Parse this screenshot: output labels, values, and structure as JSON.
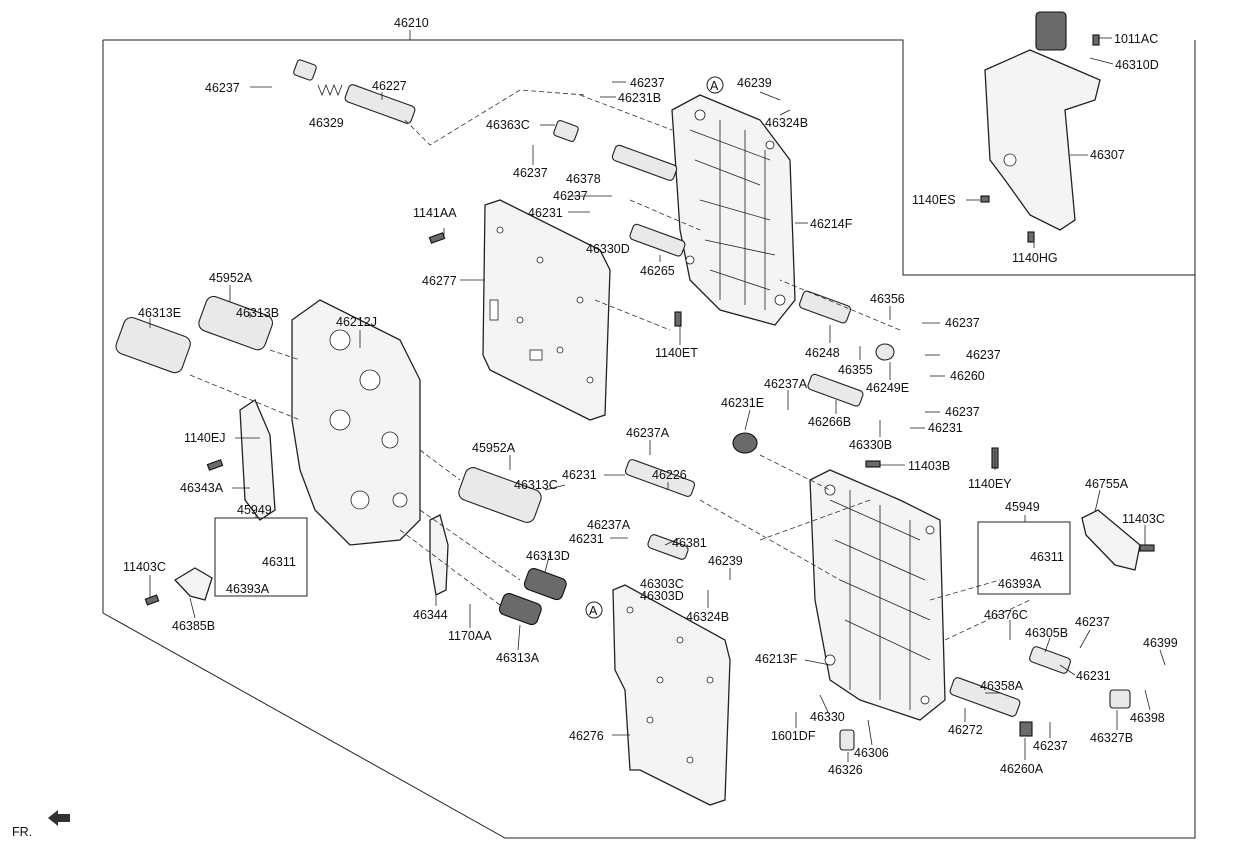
{
  "diagram": {
    "assembly_label": "46210",
    "front_indicator": "FR.",
    "ref_marks": [
      "A",
      "A"
    ],
    "labels": {
      "l46210": "46210",
      "l46237_a": "46237",
      "l46227": "46227",
      "l46329": "46329",
      "l46237_b": "46237",
      "l46231B": "46231B",
      "l46239_a": "46239",
      "l46324B_a": "46324B",
      "l46363C": "46363C",
      "l46237_c": "46237",
      "l46378": "46378",
      "l46237_d": "46237",
      "l46231_a": "46231",
      "l46214F": "46214F",
      "l1141AA": "1141AA",
      "l46330D": "46330D",
      "l46277": "46277",
      "l46265": "46265",
      "l45952A_a": "45952A",
      "l46313E": "46313E",
      "l46313B": "46313B",
      "l46212J": "46212J",
      "l1140ET": "1140ET",
      "l46356": "46356",
      "l46237_e": "46237",
      "l46248": "46248",
      "l46355": "46355",
      "l46237_f": "46237",
      "l46249E": "46249E",
      "l46260": "46260",
      "l46237A_a": "46237A",
      "l46231E": "46231E",
      "l46266B": "46266B",
      "l46237_g": "46237",
      "l46231_b": "46231",
      "l46330B": "46330B",
      "l1140EJ": "1140EJ",
      "l46343A": "46343A",
      "l45952A_b": "45952A",
      "l46237A_b": "46237A",
      "l46231_c": "46231",
      "l46226": "46226",
      "l46313C": "46313C",
      "l11403B": "11403B",
      "l1140EY": "1140EY",
      "l46755A": "46755A",
      "l45949_a": "45949",
      "l46311_a": "46311",
      "l46393A_a": "46393A",
      "l46237A_c": "46237A",
      "l46231_d": "46231",
      "l46381": "46381",
      "l46313D": "46313D",
      "l46303C": "46303C",
      "l46303D": "46303D",
      "l46239_b": "46239",
      "l46324B_b": "46324B",
      "l11403C_a": "11403C",
      "l46385B": "46385B",
      "l46344": "46344",
      "l1170AA": "1170AA",
      "l46313A": "46313A",
      "l45949_b": "45949",
      "l46311_b": "46311",
      "l46393A_b": "46393A",
      "l11403C_b": "11403C",
      "l46376C": "46376C",
      "l46305B": "46305B",
      "l46237_h": "46237",
      "l46399": "46399",
      "l46213F": "46213F",
      "l46231_e": "46231",
      "l46358A": "46358A",
      "l46276": "46276",
      "l46330": "46330",
      "l1601DF": "1601DF",
      "l46272": "46272",
      "l46327B": "46327B",
      "l46398": "46398",
      "l46306": "46306",
      "l46237_i": "46237",
      "l46326": "46326",
      "l46260A": "46260A",
      "l1011AC": "1011AC",
      "l46310D": "46310D",
      "l46307": "46307",
      "l1140ES": "1140ES",
      "l1140HG": "1140HG"
    }
  }
}
